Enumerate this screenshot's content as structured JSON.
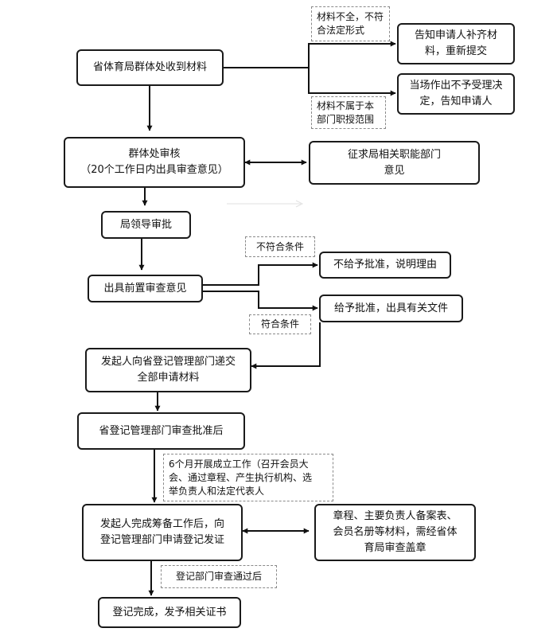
{
  "steps": {
    "receive": "省体育局群体处收到材料",
    "notify_supplement": [
      "告知申请人补齐材",
      "料，重新提交"
    ],
    "notify_reject": [
      "当场作出不予受理决",
      "定，告知申请人"
    ],
    "review": [
      "群体处审核",
      "（20个工作日内出具审查意见）"
    ],
    "consult": [
      "征求局相关职能部门",
      "意见"
    ],
    "leader_approval": "局领导审批",
    "opinion": "出具前置审查意见",
    "deny": "不给予批准，说明理由",
    "grant": "给予批准，出具有关文件",
    "submit": [
      "发起人向省登记管理部门递交",
      "全部申请材料"
    ],
    "registration_review": "省登记管理部门审查批准后",
    "apply_certificate": [
      "发起人完成筹备工作后，向",
      "登记管理部门申请登记发证"
    ],
    "filing": [
      "章程、主要负责人备案表、",
      "会员名册等材料，需经省体",
      "育局审查盖章"
    ],
    "complete": "登记完成，发予相关证书"
  },
  "conditions": {
    "incomplete": [
      "材料不全，不符",
      "合法定形式"
    ],
    "out_of_scope": [
      "材料不属于本",
      "部门职授范围"
    ],
    "not_eligible": "不符合条件",
    "eligible": "符合条件",
    "six_months": [
      "6个月开展成立工作（召开会员大",
      "会、通过章程、产生执行机构、选",
      "举负责人和法定代表人"
    ],
    "approved": "登记部门审查通过后"
  }
}
